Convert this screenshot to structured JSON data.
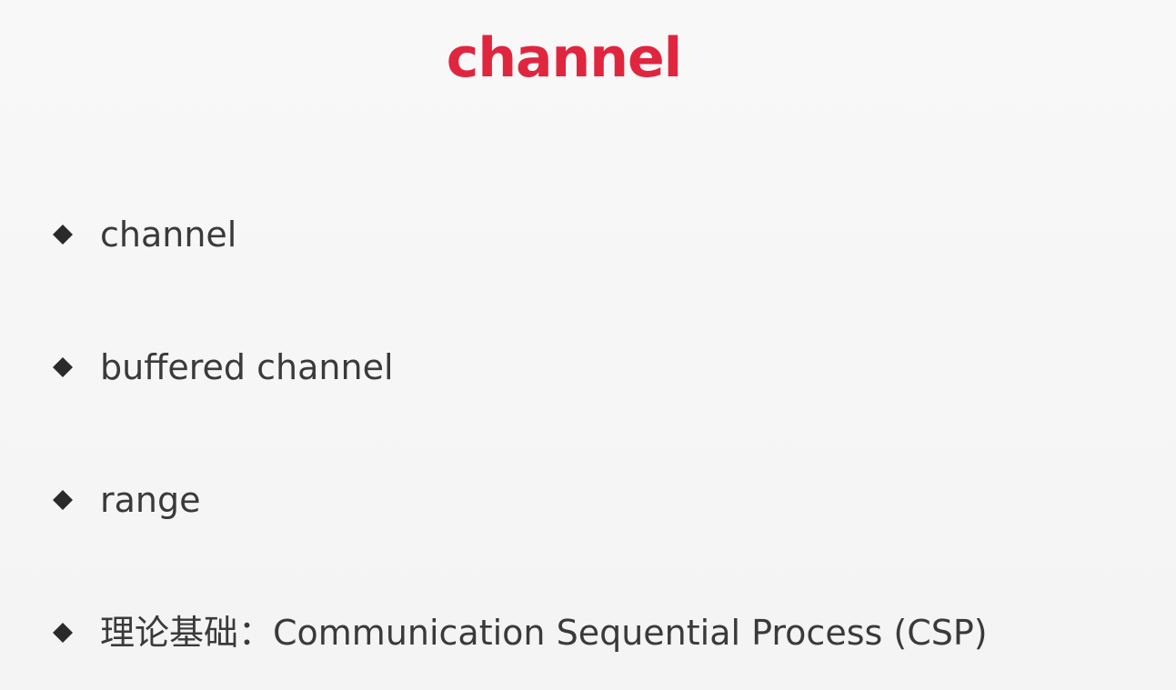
{
  "slide": {
    "title": "channel",
    "bullets": [
      {
        "text": "channel",
        "icon": "diamond-bullet-icon"
      },
      {
        "text": "buffered channel",
        "icon": "diamond-bullet-icon"
      },
      {
        "text": "range",
        "icon": "diamond-bullet-icon"
      },
      {
        "text": "理论基础：Communication Sequential Process (CSP)",
        "icon": "diamond-bullet-icon"
      }
    ]
  },
  "colors": {
    "title": "#e0263f",
    "text": "#3a3a3a",
    "bullet": "#2a2a2a",
    "background": "#f7f7f7"
  }
}
